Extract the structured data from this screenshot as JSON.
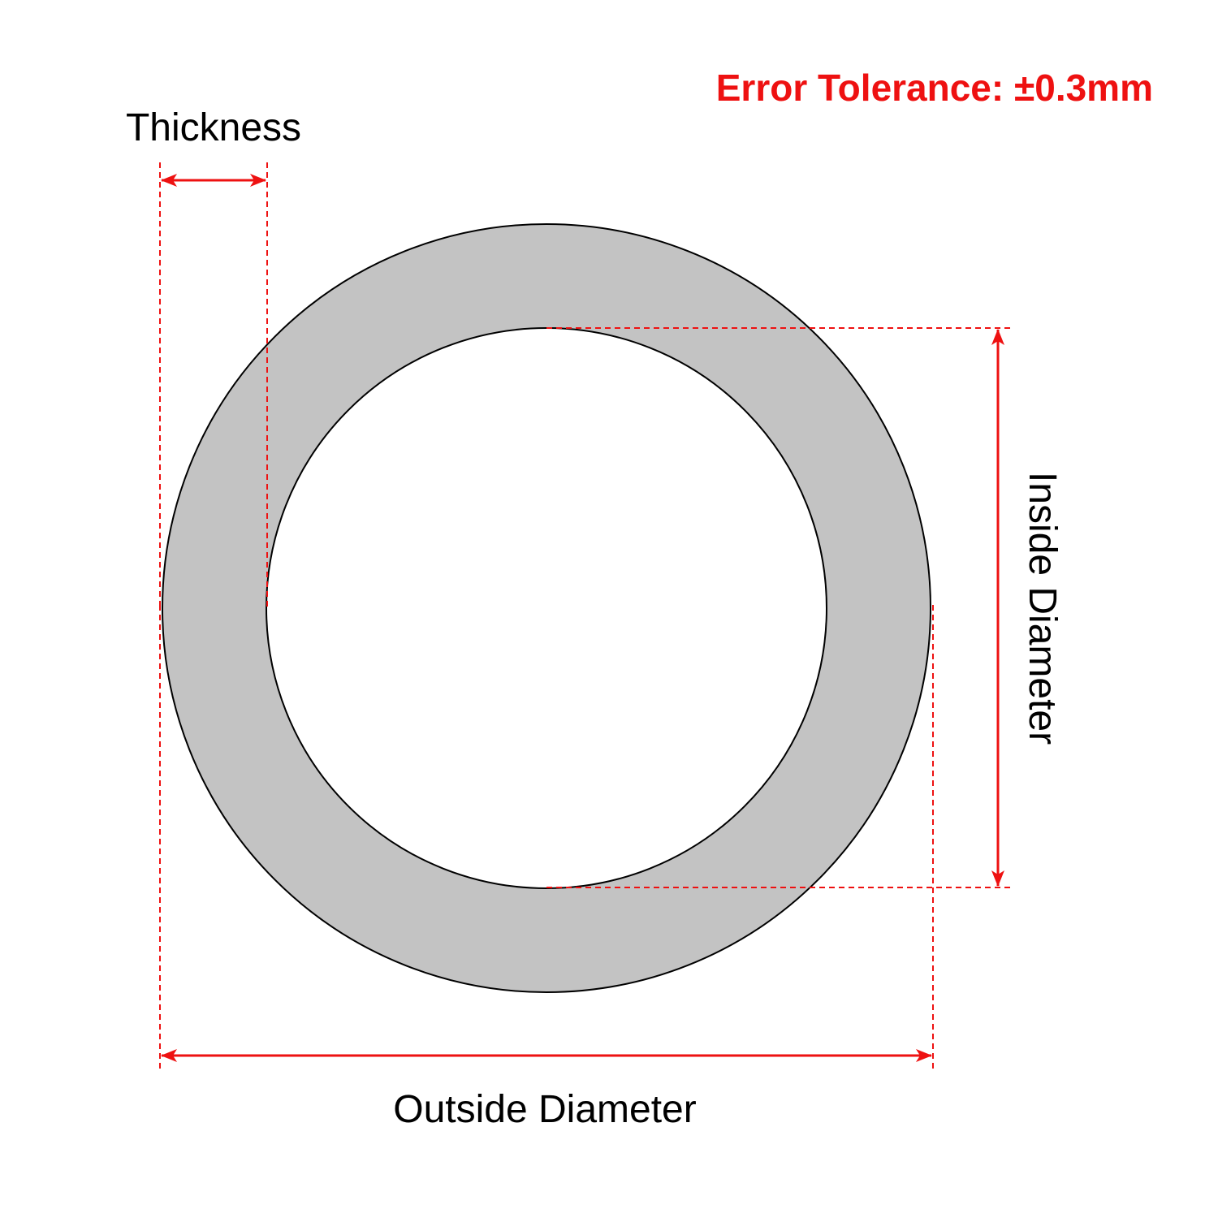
{
  "labels": {
    "tolerance": "Error Tolerance: ±0.3mm",
    "thickness": "Thickness",
    "inside_diameter": "Inside Diameter",
    "outside_diameter": "Outside Diameter"
  },
  "colors": {
    "dimension": "#ee1111",
    "ring_fill": "#c3c3c3",
    "outline": "#000000",
    "text": "#000000",
    "background": "#ffffff"
  }
}
